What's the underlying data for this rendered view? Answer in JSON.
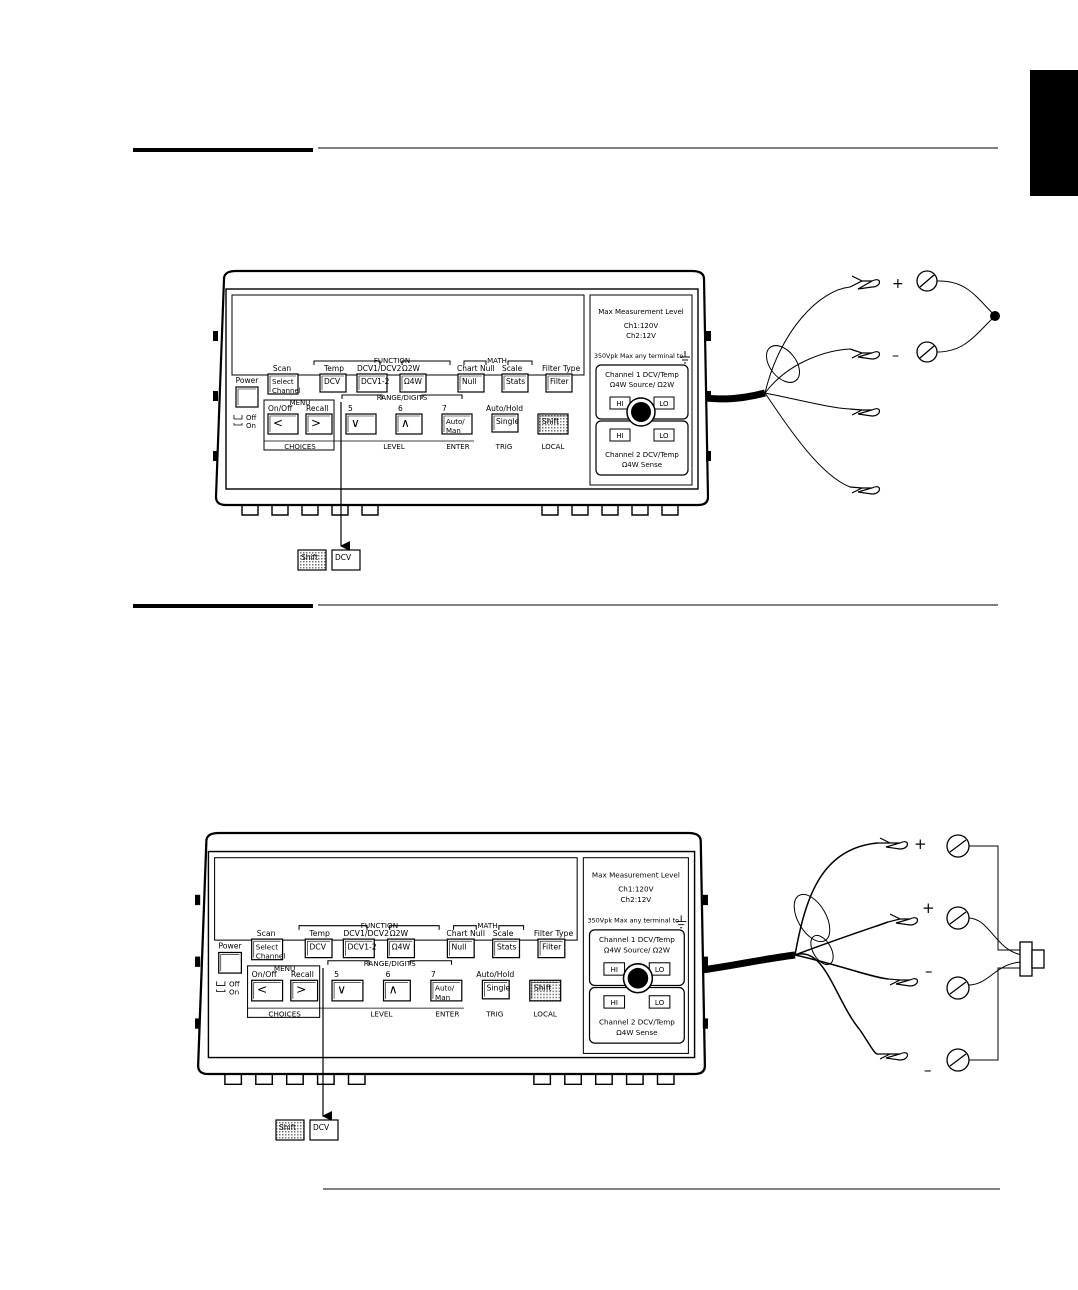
{
  "instruments": [
    {
      "power_label": "Power",
      "off_label": "Off",
      "on_label": "On",
      "scan_label": "Scan",
      "select_channel": [
        "Select",
        "Channel"
      ],
      "function_label": "FUNCTION",
      "math_label": "MATH",
      "menu_label": "MENU",
      "range_digits_label": "RANGE/DIGITS",
      "temp_label": "Temp",
      "dcv1_dcv2_label": "DCV1/DCV2",
      "ohm2w_label": "Ω2W",
      "chart_null_label": "Chart Null",
      "scale_label": "Scale",
      "filter_type_label": "Filter Type",
      "dcv_key": "DCV",
      "dcv12_key": "DCV1-2",
      "ohm4w_key": "Ω4W",
      "null_key": "Null",
      "stats_key": "Stats",
      "filter_key": "Filter",
      "onoff_label": "On/Off",
      "recall_label": "Recall",
      "five_label": "5",
      "six_label": "6",
      "seven_label": "7",
      "auto_hold_label": "Auto/Hold",
      "auto_man_key": [
        "Auto/",
        "Man"
      ],
      "single_key": "Single",
      "shift_key": "Shift",
      "choices_label": "CHOICES",
      "level_label": "LEVEL",
      "enter_label": "ENTER",
      "trig_label": "TRIG",
      "local_label": "LOCAL",
      "max_level": "Max Measurement Level",
      "ch1_max": "Ch1:120V",
      "ch2_max": "Ch2:12V",
      "vpk_label": "350Vpk Max any terminal to",
      "channel1": [
        "Channel 1 DCV/Temp",
        "Ω4W Source/ Ω2W"
      ],
      "channel2": [
        "Channel 2 DCV/Temp",
        "Ω4W Sense"
      ],
      "hi_label": "HI",
      "lo_label": "LO",
      "callout_shift": "Shift",
      "callout_dcv": "DCV"
    },
    {
      "power_label": "Power",
      "off_label": "Off",
      "on_label": "On",
      "scan_label": "Scan",
      "select_channel": [
        "Select",
        "Channel"
      ],
      "function_label": "FUNCTION",
      "math_label": "MATH",
      "menu_label": "MENU",
      "range_digits_label": "RANGE/DIGITS",
      "temp_label": "Temp",
      "dcv1_dcv2_label": "DCV1/DCV2",
      "ohm2w_label": "Ω2W",
      "chart_null_label": "Chart Null",
      "scale_label": "Scale",
      "filter_type_label": "Filter Type",
      "dcv_key": "DCV",
      "dcv12_key": "DCV1-2",
      "ohm4w_key": "Ω4W",
      "null_key": "Null",
      "stats_key": "Stats",
      "filter_key": "Filter",
      "onoff_label": "On/Off",
      "recall_label": "Recall",
      "five_label": "5",
      "six_label": "6",
      "seven_label": "7",
      "auto_hold_label": "Auto/Hold",
      "auto_man_key": [
        "Auto/",
        "Man"
      ],
      "single_key": "Single",
      "shift_key": "Shift",
      "choices_label": "CHOICES",
      "level_label": "LEVEL",
      "enter_label": "ENTER",
      "trig_label": "TRIG",
      "local_label": "LOCAL",
      "max_level": "Max Measurement Level",
      "ch1_max": "Ch1:120V",
      "ch2_max": "Ch2:12V",
      "vpk_label": "350Vpk Max any terminal to",
      "channel1": [
        "Channel 1 DCV/Temp",
        "Ω4W Source/ Ω2W"
      ],
      "channel2": [
        "Channel 2 DCV/Temp",
        "Ω4W Sense"
      ],
      "hi_label": "HI",
      "lo_label": "LO",
      "callout_shift": "Shift",
      "callout_dcv": "DCV"
    }
  ],
  "polarity": {
    "top": {
      "plus": "+",
      "minus": "–"
    },
    "bottom": {
      "plus1": "+",
      "plus2": "+",
      "minus1": "–",
      "minus2": "–"
    }
  }
}
